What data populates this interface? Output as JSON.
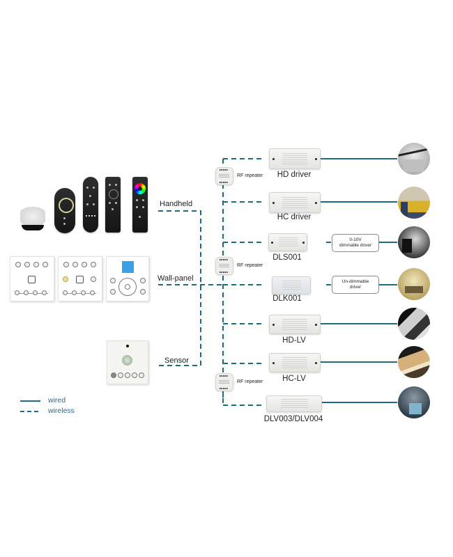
{
  "diagram": {
    "controllers": {
      "handheld": {
        "label": "Handheld",
        "devices": [
          "smart-speaker",
          "touch-ring-remote",
          "remote-control-a",
          "remote-control-b",
          "rgb-color-wheel-remote"
        ]
      },
      "wall_panel": {
        "label": "Wall-panel",
        "devices": [
          "wall-panel-4-scene",
          "wall-panel-4-scene-cct",
          "wall-panel-lcd-dial"
        ],
        "lcd_color": "#3aa0e8"
      },
      "sensor": {
        "label": "Sensor",
        "devices": [
          "pir-sensor-panel"
        ]
      }
    },
    "repeaters": [
      {
        "label": "RF repeater"
      },
      {
        "label": "RF repeater"
      },
      {
        "label": "RF repeater"
      }
    ],
    "drivers": [
      {
        "label": "HD driver",
        "connection_in": "wireless",
        "intermediate": null,
        "photo": "retail-store-track-lights"
      },
      {
        "label": "HC driver",
        "connection_in": "wireless",
        "intermediate": null,
        "photo": "clothing-store"
      },
      {
        "label": "DLS001",
        "connection_in": "wireless",
        "intermediate": "0-10V dimmable driver",
        "photo": "showroom-dark"
      },
      {
        "label": "DLK001",
        "connection_in": "wireless",
        "intermediate": "Un-dimmable driver",
        "photo": "boutique-warm"
      },
      {
        "label": "HD-LV",
        "connection_in": "wireless",
        "intermediate": null,
        "photo": "office-black-white"
      },
      {
        "label": "HC-LV",
        "connection_in": "wireless",
        "intermediate": null,
        "photo": "linear-ceiling-lights"
      },
      {
        "label": "DLV003/DLV004",
        "connection_in": "wireless",
        "intermediate": null,
        "photo": "warehouse-blue"
      }
    ],
    "intermediate_boxes": [
      {
        "line1": "0-10V",
        "line2": "dimmable driver"
      },
      {
        "line1": "Un-dimmable",
        "line2": "driver"
      }
    ],
    "legend": {
      "items": [
        {
          "label": "wired",
          "style": "solid"
        },
        {
          "label": "wireless",
          "style": "dashed"
        }
      ]
    },
    "colors": {
      "line": "#1f6a80",
      "text": "#222222",
      "legend_text": "#2a6a8a"
    }
  }
}
